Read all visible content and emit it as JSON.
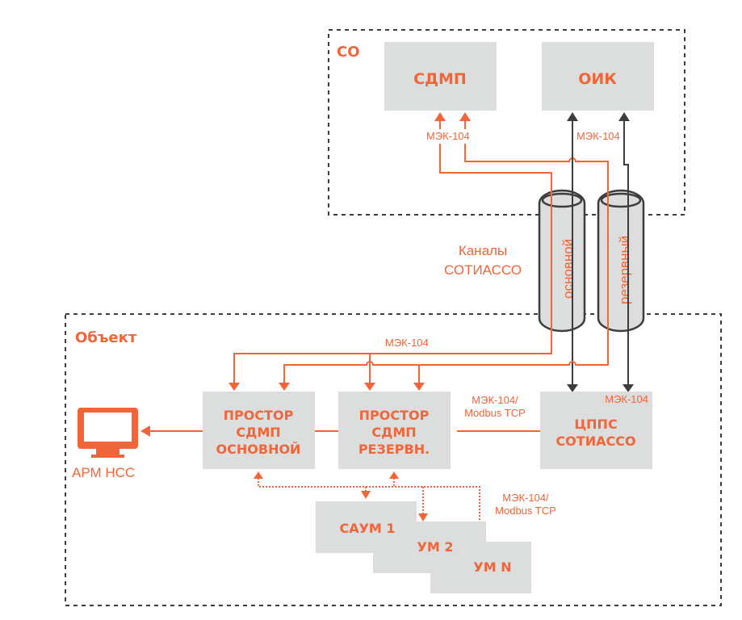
{
  "colors": {
    "accent": "#f26538",
    "dark": "#3d3d3d",
    "box": "#dcdddd",
    "dashed": "#3d3d3d"
  },
  "zones": {
    "so": {
      "title": "СО"
    },
    "object": {
      "title": "Объект"
    }
  },
  "boxes": {
    "sdmp": {
      "lines": [
        "СДМП"
      ]
    },
    "oik": {
      "lines": [
        "ОИК"
      ]
    },
    "prostor_main": {
      "lines": [
        "ПРОСТОР",
        "СДМП",
        "ОСНОВНОЙ"
      ]
    },
    "prostor_reserve": {
      "lines": [
        "ПРОСТОР",
        "СДМП",
        "РЕЗЕРВН."
      ]
    },
    "cpps": {
      "lines": [
        "ЦППС",
        "СОТИАССО"
      ],
      "corner_label": "МЭК-104"
    },
    "saum1": {
      "lines": [
        "САУМ 1"
      ]
    },
    "um2": {
      "lines": [
        "УМ 2"
      ]
    },
    "umn": {
      "lines": [
        "УМ N"
      ]
    }
  },
  "channels": {
    "caption": [
      "Каналы",
      "СОТИАССО"
    ],
    "main": "основной",
    "reserve": "резервный"
  },
  "workstation": {
    "icon": "monitor-icon",
    "label": "АРМ НСС"
  },
  "link_labels": {
    "sdmp_in": "МЭК-104",
    "oik_in": "МЭК-104",
    "object_bus": "МЭК-104",
    "prostor_cpps": [
      "МЭК-104/",
      "Modbus TCP"
    ],
    "um_bus": [
      "МЭК-104/",
      "Modbus TCP"
    ]
  }
}
